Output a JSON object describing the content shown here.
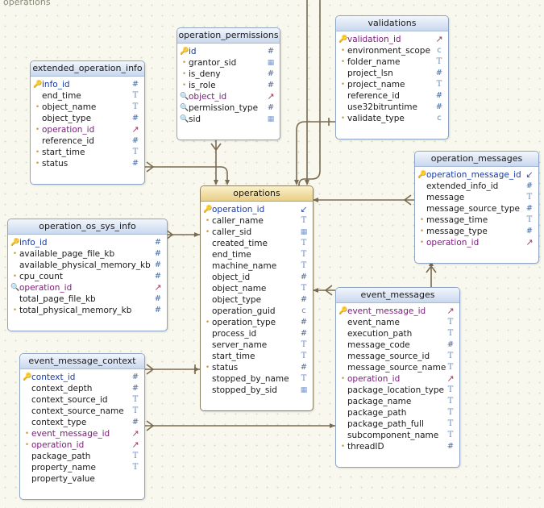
{
  "diagram": {
    "name": "operations"
  },
  "entities": {
    "operation_permissions": {
      "title": "operation_permissions",
      "columns": [
        {
          "name": "id",
          "kind": "pk",
          "type": "#"
        },
        {
          "name": "grantor_sid",
          "kind": "attr",
          "type": "grid"
        },
        {
          "name": "is_deny",
          "kind": "attr",
          "type": "#"
        },
        {
          "name": "is_role",
          "kind": "attr",
          "type": "#"
        },
        {
          "name": "object_id",
          "kind": "fk",
          "type": "lnk"
        },
        {
          "name": "permission_type",
          "kind": "attr2",
          "type": "#"
        },
        {
          "name": "sid",
          "kind": "attr2",
          "type": "grid"
        }
      ]
    },
    "validations": {
      "title": "validations",
      "columns": [
        {
          "name": "validation_id",
          "kind": "pkfk",
          "type": "lnk"
        },
        {
          "name": "environment_scope",
          "kind": "attr",
          "type": "c"
        },
        {
          "name": "folder_name",
          "kind": "attr",
          "type": "T"
        },
        {
          "name": "project_lsn",
          "kind": "plain",
          "type": "#"
        },
        {
          "name": "project_name",
          "kind": "attr",
          "type": "T"
        },
        {
          "name": "reference_id",
          "kind": "plain",
          "type": "#"
        },
        {
          "name": "use32bitruntime",
          "kind": "plain",
          "type": "#"
        },
        {
          "name": "validate_type",
          "kind": "attr",
          "type": "c"
        }
      ]
    },
    "extended_operation_info": {
      "title": "extended_operation_info",
      "columns": [
        {
          "name": "info_id",
          "kind": "pk",
          "type": "#"
        },
        {
          "name": "end_time",
          "kind": "plain",
          "type": "T"
        },
        {
          "name": "object_name",
          "kind": "attr",
          "type": "T"
        },
        {
          "name": "object_type",
          "kind": "plain",
          "type": "#"
        },
        {
          "name": "operation_id",
          "kind": "fkdot",
          "type": "lnk"
        },
        {
          "name": "reference_id",
          "kind": "plain",
          "type": "#"
        },
        {
          "name": "start_time",
          "kind": "attr",
          "type": "T"
        },
        {
          "name": "status",
          "kind": "attr",
          "type": "#"
        }
      ]
    },
    "operation_messages": {
      "title": "operation_messages",
      "columns": [
        {
          "name": "operation_message_id",
          "kind": "pk",
          "type": "lnk2"
        },
        {
          "name": "extended_info_id",
          "kind": "plain",
          "type": "#"
        },
        {
          "name": "message",
          "kind": "plain",
          "type": "T"
        },
        {
          "name": "message_source_type",
          "kind": "plain",
          "type": "#"
        },
        {
          "name": "message_time",
          "kind": "attr",
          "type": "T"
        },
        {
          "name": "message_type",
          "kind": "attr",
          "type": "#"
        },
        {
          "name": "operation_id",
          "kind": "fkdot",
          "type": "lnk"
        }
      ]
    },
    "operations": {
      "title": "operations",
      "columns": [
        {
          "name": "operation_id",
          "kind": "pk",
          "type": "lnk2"
        },
        {
          "name": "caller_name",
          "kind": "attr",
          "type": "T"
        },
        {
          "name": "caller_sid",
          "kind": "attr",
          "type": "grid"
        },
        {
          "name": "created_time",
          "kind": "plain",
          "type": "T"
        },
        {
          "name": "end_time",
          "kind": "plain",
          "type": "T"
        },
        {
          "name": "machine_name",
          "kind": "plain",
          "type": "T"
        },
        {
          "name": "object_id",
          "kind": "plain",
          "type": "#"
        },
        {
          "name": "object_name",
          "kind": "plain",
          "type": "T"
        },
        {
          "name": "object_type",
          "kind": "plain",
          "type": "#"
        },
        {
          "name": "operation_guid",
          "kind": "plain",
          "type": "c"
        },
        {
          "name": "operation_type",
          "kind": "attr",
          "type": "#"
        },
        {
          "name": "process_id",
          "kind": "plain",
          "type": "#"
        },
        {
          "name": "server_name",
          "kind": "plain",
          "type": "T"
        },
        {
          "name": "start_time",
          "kind": "plain",
          "type": "T"
        },
        {
          "name": "status",
          "kind": "attr",
          "type": "#"
        },
        {
          "name": "stopped_by_name",
          "kind": "plain",
          "type": "T"
        },
        {
          "name": "stopped_by_sid",
          "kind": "plain",
          "type": "grid"
        }
      ]
    },
    "operation_os_sys_info": {
      "title": "operation_os_sys_info",
      "columns": [
        {
          "name": "info_id",
          "kind": "pk",
          "type": "#"
        },
        {
          "name": "available_page_file_kb",
          "kind": "attr",
          "type": "#"
        },
        {
          "name": "available_physical_memory_kb",
          "kind": "plain",
          "type": "#"
        },
        {
          "name": "cpu_count",
          "kind": "attr",
          "type": "#"
        },
        {
          "name": "operation_id",
          "kind": "fkmag",
          "type": "lnk"
        },
        {
          "name": "total_page_file_kb",
          "kind": "plain",
          "type": "#"
        },
        {
          "name": "total_physical_memory_kb",
          "kind": "attr",
          "type": "#"
        }
      ]
    },
    "event_messages": {
      "title": "event_messages",
      "columns": [
        {
          "name": "event_message_id",
          "kind": "pkfk",
          "type": "lnk"
        },
        {
          "name": "event_name",
          "kind": "plain",
          "type": "T"
        },
        {
          "name": "execution_path",
          "kind": "plain",
          "type": "T"
        },
        {
          "name": "message_code",
          "kind": "plain",
          "type": "#"
        },
        {
          "name": "message_source_id",
          "kind": "plain",
          "type": "T"
        },
        {
          "name": "message_source_name",
          "kind": "plain",
          "type": "T"
        },
        {
          "name": "operation_id",
          "kind": "fkdot",
          "type": "lnk"
        },
        {
          "name": "package_location_type",
          "kind": "plain",
          "type": "T"
        },
        {
          "name": "package_name",
          "kind": "plain",
          "type": "T"
        },
        {
          "name": "package_path",
          "kind": "plain",
          "type": "T"
        },
        {
          "name": "package_path_full",
          "kind": "plain",
          "type": "T"
        },
        {
          "name": "subcomponent_name",
          "kind": "plain",
          "type": "T"
        },
        {
          "name": "threadID",
          "kind": "attr",
          "type": "#"
        }
      ]
    },
    "event_message_context": {
      "title": "event_message_context",
      "columns": [
        {
          "name": "context_id",
          "kind": "pk",
          "type": "#"
        },
        {
          "name": "context_depth",
          "kind": "plain",
          "type": "#"
        },
        {
          "name": "context_source_id",
          "kind": "plain",
          "type": "T"
        },
        {
          "name": "context_source_name",
          "kind": "plain",
          "type": "T"
        },
        {
          "name": "context_type",
          "kind": "plain",
          "type": "#"
        },
        {
          "name": "event_message_id",
          "kind": "fkdot",
          "type": "lnk"
        },
        {
          "name": "operation_id",
          "kind": "fkdot",
          "type": "lnk"
        },
        {
          "name": "package_path",
          "kind": "plain",
          "type": "T"
        },
        {
          "name": "property_name",
          "kind": "plain",
          "type": "T"
        },
        {
          "name": "property_value",
          "kind": "plain",
          "type": ""
        }
      ]
    }
  },
  "colors": {
    "connector": "#7a6a50",
    "entity_border": "#8da4c4",
    "main_header": "#e8cf86",
    "pk_text": "#1a3aa0",
    "fk_text": "#7a1a7a"
  }
}
